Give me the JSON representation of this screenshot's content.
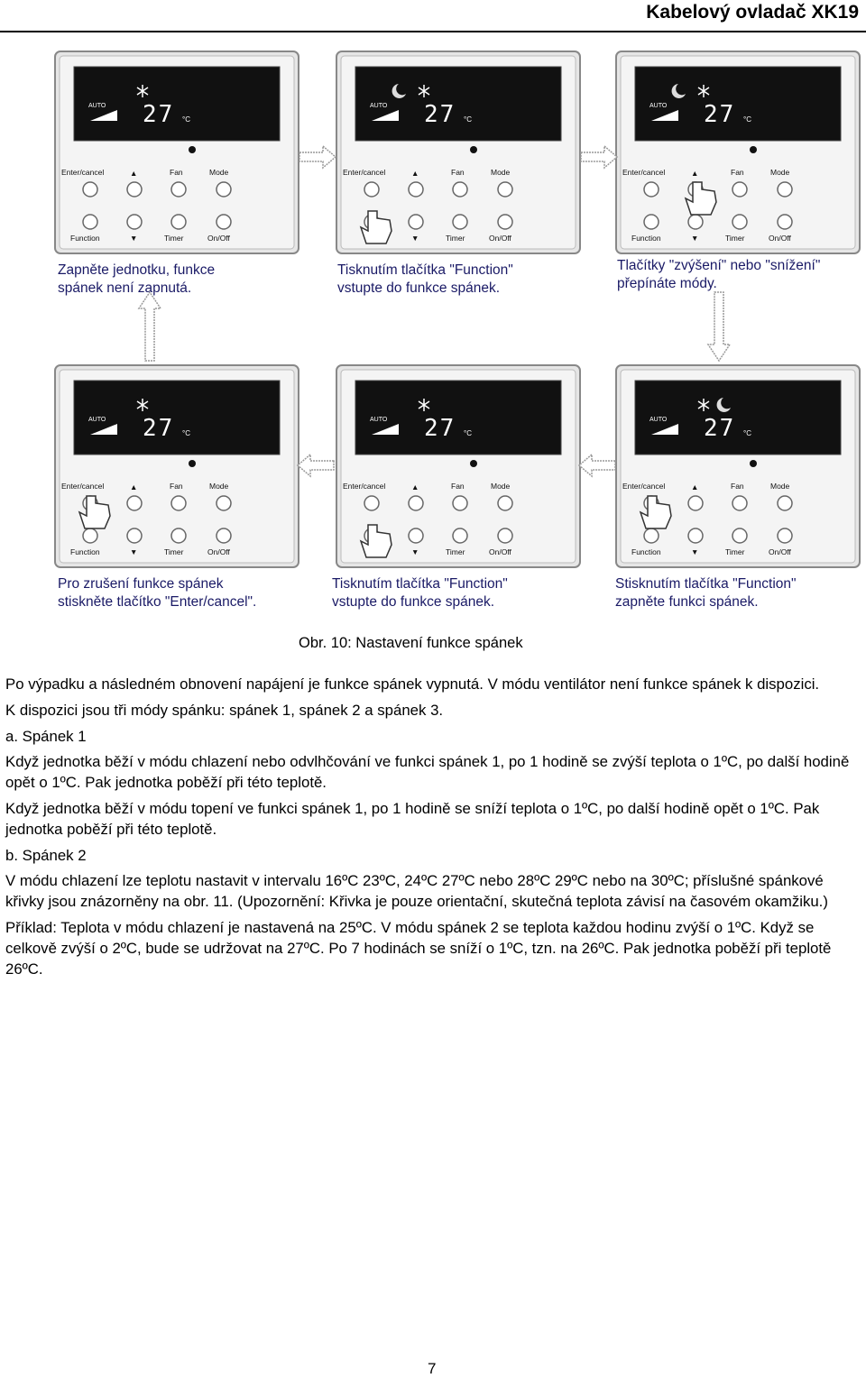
{
  "header": {
    "title": "Kabelový ovladač XK19"
  },
  "remote": {
    "labels": {
      "enter_cancel": "Enter/cancel",
      "up": "▲",
      "fan": "Fan",
      "mode": "Mode",
      "function": "Function",
      "down": "▼",
      "timer": "Timer",
      "on_off": "On/Off",
      "auto": "AUTO",
      "temp": "27",
      "unit": "°C"
    }
  },
  "panels": [
    {
      "caption_l1": "Zapněte jednotku, funkce",
      "caption_l2": "spánek není zapnutá."
    },
    {
      "caption_l1": "Tisknutím tlačítka \"Function\"",
      "caption_l2": "vstupte do funkce spánek."
    },
    {
      "caption_l1": "Tlačítky \"zvýšení\" nebo \"snížení\"",
      "caption_l2": "přepínáte módy."
    },
    {
      "caption_l1": "Pro zrušení funkce spánek",
      "caption_l2": "stiskněte tlačítko \"Enter/cancel\"."
    },
    {
      "caption_l1": "Tisknutím tlačítka \"Function\"",
      "caption_l2": "vstupte do funkce spánek."
    },
    {
      "caption_l1": "Stisknutím tlačítka \"Function\"",
      "caption_l2": "zapněte funkci spánek."
    }
  ],
  "figure_caption": "Obr. 10: Nastavení funkce spánek",
  "paragraphs": [
    "Po výpadku a následném obnovení napájení je funkce spánek vypnutá. V módu ventilátor není funkce spánek k dispozici.",
    "K dispozici jsou tři módy spánku: spánek 1, spánek 2 a spánek 3.",
    "a. Spánek 1",
    "Když jednotka běží v módu chlazení nebo odvlhčování ve funkci spánek 1, po 1 hodině se zvýší teplota o 1ºC, po další hodině opět o 1ºC. Pak jednotka poběží při této teplotě.",
    "Když jednotka běží v módu topení ve funkci spánek 1, po 1 hodině se sníží teplota o 1ºC, po další hodině opět o 1ºC. Pak jednotka poběží při této teplotě.",
    "b. Spánek 2",
    "V módu chlazení lze teplotu nastavit v intervalu 16ºC 23ºC, 24ºC 27ºC nebo 28ºC 29ºC nebo na 30ºC; příslušné spánkové křivky jsou znázorněny na obr. 11. (Upozornění: Křivka je pouze orientační, skutečná teplota závisí na časovém okamžiku.)",
    "Příklad: Teplota v módu chlazení je nastavená na 25ºC. V módu spánek 2 se teplota každou hodinu zvýší o 1ºC. Když se celkově zvýší o 2ºC, bude se udržovat na 27ºC. Po 7 hodinách se sníží o 1ºC, tzn. na 26ºC. Pak jednotka poběží při teplotě 26ºC."
  ],
  "page_number": "7"
}
